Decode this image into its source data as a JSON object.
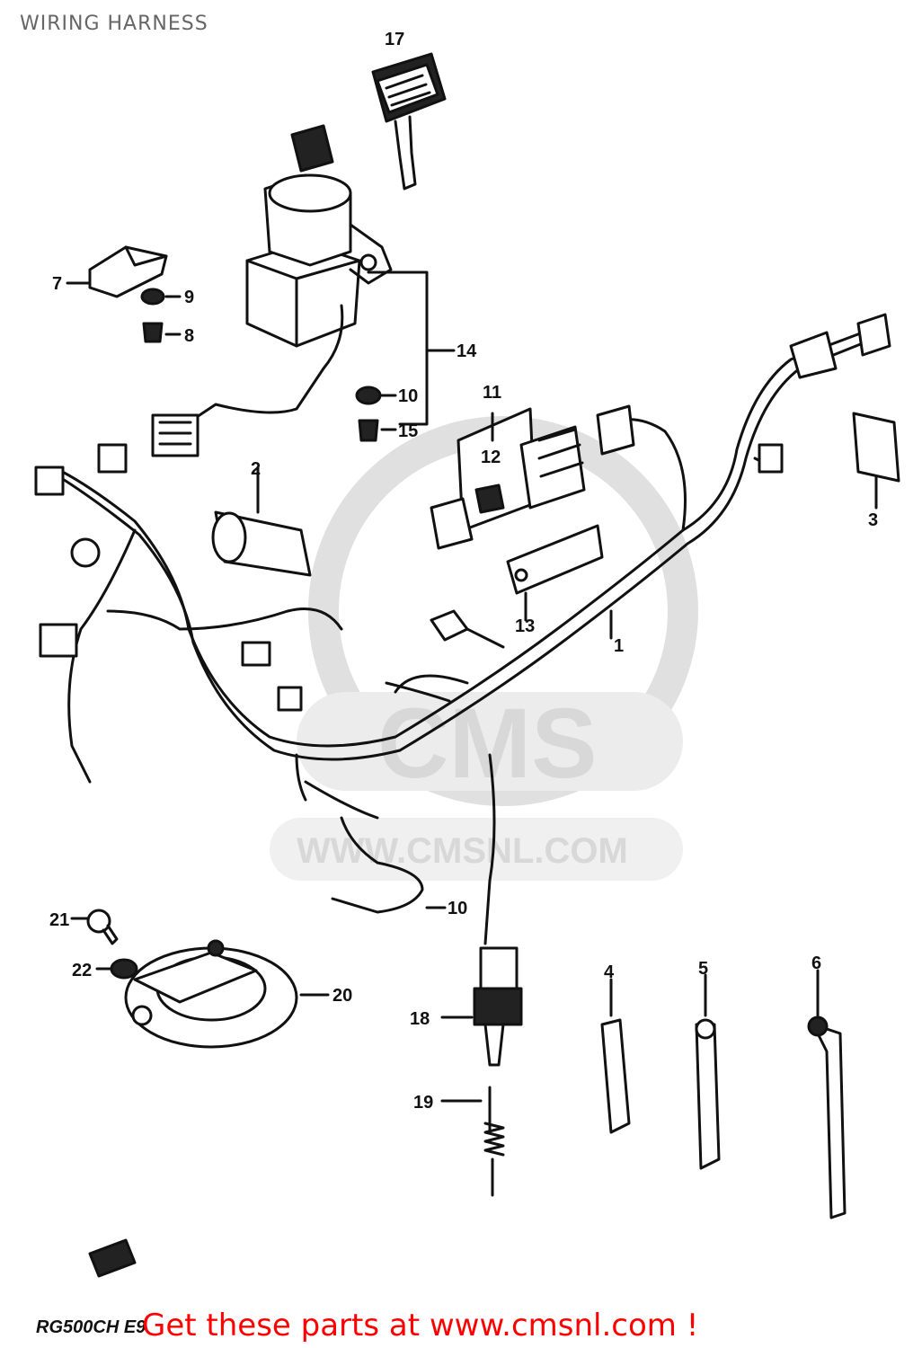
{
  "header": {
    "title": "WIRING HARNESS"
  },
  "watermark": {
    "brand": "CMS",
    "url": "WWW.CMSNL.COM"
  },
  "diagram": {
    "model_code": "RG500CH E9",
    "callouts": [
      "1",
      "2",
      "3",
      "4",
      "5",
      "6",
      "7",
      "8",
      "9",
      "10",
      "10",
      "11",
      "12",
      "13",
      "14",
      "15",
      "17",
      "18",
      "19",
      "20",
      "21",
      "22"
    ]
  },
  "footer": {
    "promo": "Get these parts at www.cmsnl.com !"
  },
  "colors": {
    "line": "#111111",
    "promo": "#ff0000",
    "watermark": "#d8d8d8",
    "title": "#666666"
  }
}
